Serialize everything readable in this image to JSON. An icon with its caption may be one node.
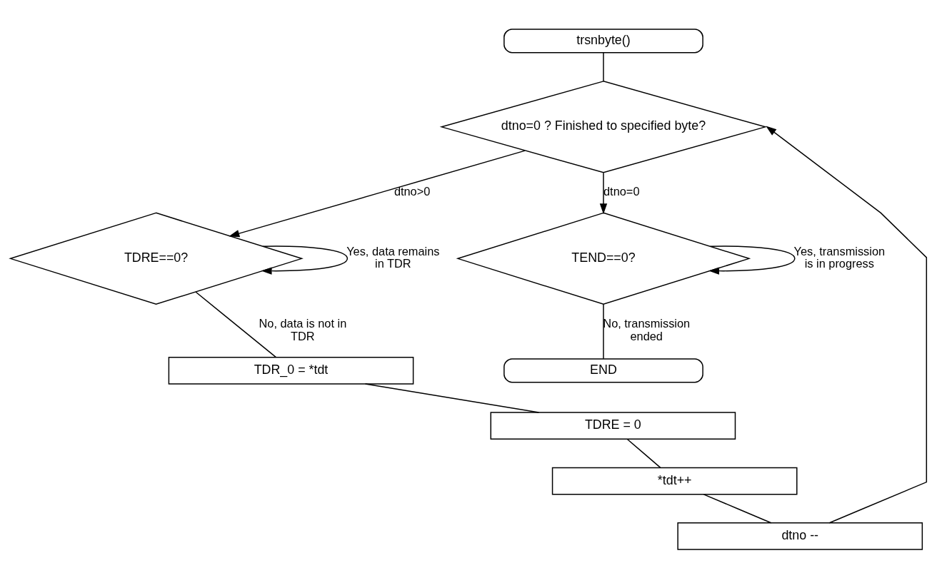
{
  "diagram": {
    "nodes": [
      {
        "text": [
          "trsnbyte()"
        ]
      },
      {
        "text": [
          "dtno=0 ? Finished to specified byte?"
        ]
      },
      {
        "text": [
          "TDRE==0?"
        ]
      },
      {
        "text": [
          "TDR_0 = *tdt"
        ]
      },
      {
        "text": [
          "TDRE = 0"
        ]
      },
      {
        "text": [
          "*tdt++"
        ]
      },
      {
        "text": [
          "dtno --"
        ]
      },
      {
        "text": [
          "TEND==0?"
        ]
      },
      {
        "text": [
          "END"
        ]
      }
    ],
    "edges": [
      {
        "from": 0,
        "to": 1,
        "arrow": "none"
      },
      {
        "from": 1,
        "to": 2,
        "arrow": "to",
        "label": "dtno>0"
      },
      {
        "from": 2,
        "to": 2,
        "arrow": "to",
        "label": "Yes, data remains in TDR"
      },
      {
        "from": 2,
        "to": 3,
        "arrow": "none",
        "label": "No, data is not in TDR"
      },
      {
        "from": 3,
        "to": 4,
        "arrow": "none"
      },
      {
        "from": 4,
        "to": 5,
        "arrow": "none"
      },
      {
        "from": 5,
        "to": 6,
        "arrow": "none"
      },
      {
        "from": 6,
        "to": 1,
        "arrow": "to"
      },
      {
        "from": 1,
        "to": 7,
        "arrow": "to",
        "label": "dtno=0"
      },
      {
        "from": 7,
        "to": 7,
        "arrow": "to",
        "label": "Yes, transmission is in progress"
      },
      {
        "from": 7,
        "to": 8,
        "arrow": "none",
        "label": "No, transmission ended"
      }
    ]
  }
}
